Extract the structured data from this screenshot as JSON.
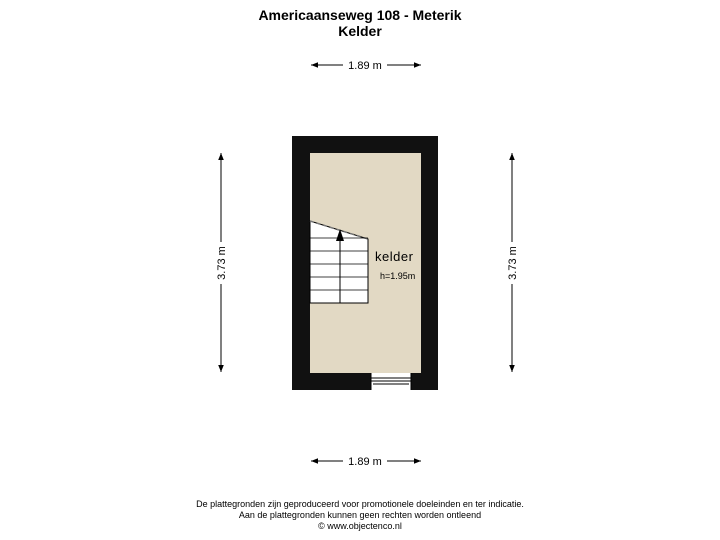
{
  "header": {
    "address": "Americaanseweg 108 - Meterik",
    "floor": "Kelder"
  },
  "dimensions": {
    "top_width": "1.89 m",
    "bottom_width": "1.89 m",
    "left_height": "3.73 m",
    "right_height": "3.73 m"
  },
  "room": {
    "name": "kelder",
    "height": "h=1.95m"
  },
  "colors": {
    "wall": "#111111",
    "floor": "#e2d9c4",
    "line": "#000000"
  },
  "footer": {
    "line1": "De plattegronden zijn geproduceerd voor promotionele doeleinden en ter indicatie.",
    "line2": "Aan de plattegronden kunnen geen rechten worden ontleend",
    "line3": "© www.objectenco.nl"
  }
}
